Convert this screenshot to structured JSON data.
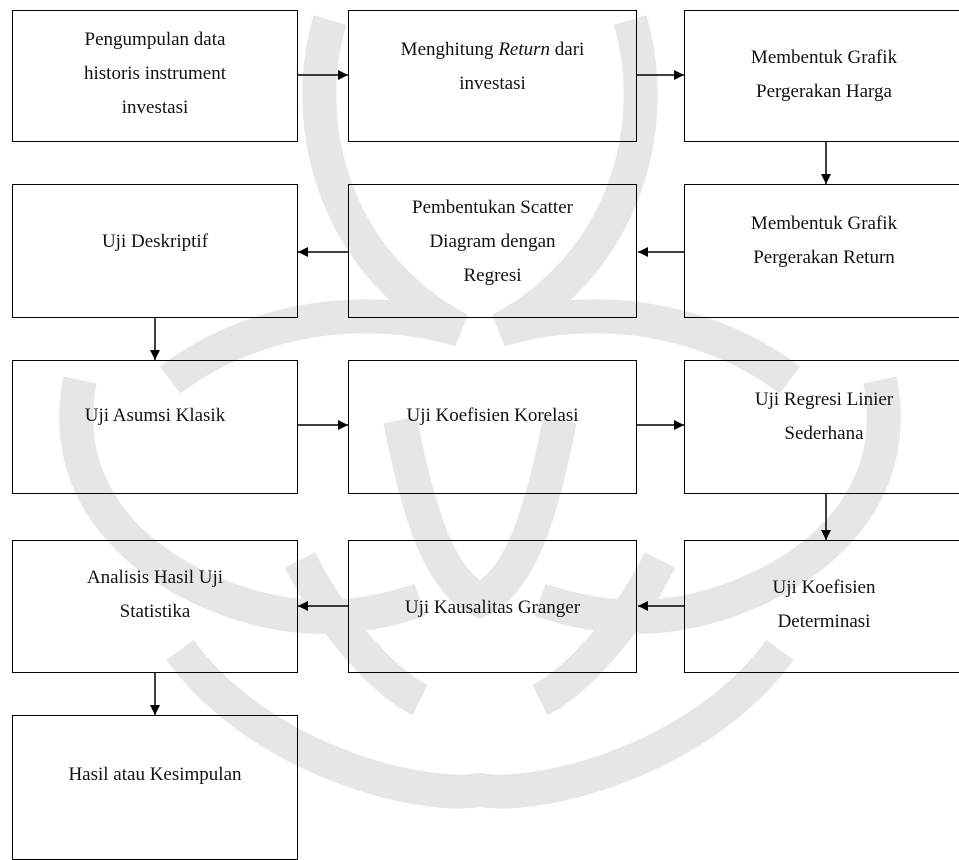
{
  "colors": {
    "line": "#000000",
    "watermark": "#cfcfcf"
  },
  "watermark": {
    "kind": "university-seal-watermark"
  },
  "boxes": {
    "b1": {
      "lines": [
        "Pengumpulan data",
        "historis instrument",
        "investasi"
      ]
    },
    "b2": {
      "line1_before": "Menghitung ",
      "line1_italic": "Return",
      "line1_after": " dari",
      "line2": "investasi"
    },
    "b3": {
      "lines": [
        "Membentuk Grafik",
        "Pergerakan Harga"
      ]
    },
    "b4": {
      "lines": [
        "Uji Deskriptif"
      ]
    },
    "b5": {
      "lines": [
        "Pembentukan Scatter",
        "Diagram dengan",
        "Regresi"
      ]
    },
    "b6": {
      "lines": [
        "Membentuk Grafik",
        "Pergerakan Return"
      ]
    },
    "b7": {
      "lines": [
        "Uji Asumsi Klasik"
      ]
    },
    "b8": {
      "lines": [
        "Uji Koefisien Korelasi"
      ]
    },
    "b9": {
      "lines": [
        "Uji Regresi Linier",
        "Sederhana"
      ]
    },
    "b10": {
      "lines": [
        "Analisis Hasil Uji",
        "Statistika"
      ]
    },
    "b11": {
      "lines": [
        "Uji Kausalitas Granger"
      ]
    },
    "b12": {
      "lines": [
        "Uji Koefisien",
        "Determinasi"
      ]
    },
    "b13": {
      "lines": [
        "Hasil atau Kesimpulan"
      ]
    }
  }
}
